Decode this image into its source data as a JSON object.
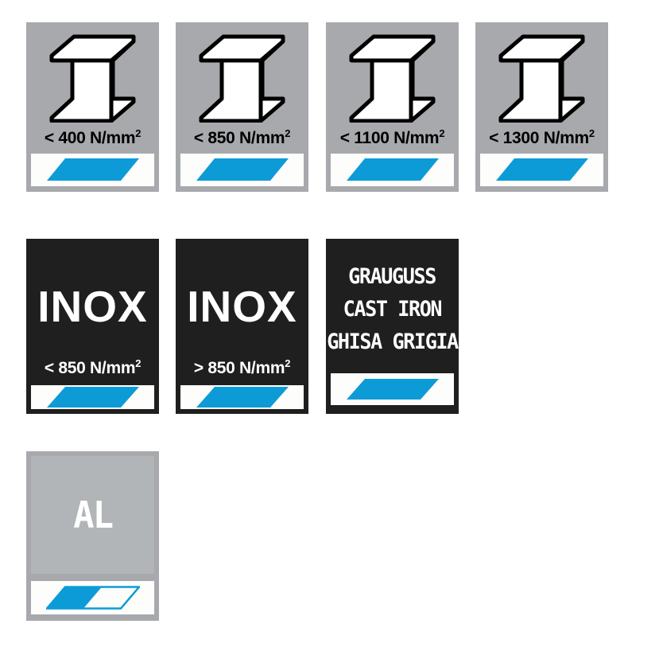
{
  "palette": {
    "gray_tile": "#a7a9ac",
    "gray_inner": "#b2b5b7",
    "dark_tile": "#1f1f1f",
    "accent_blue": "#0d9bd7",
    "strip_white": "#fdfdfb",
    "text_black": "#000000",
    "text_white": "#ffffff"
  },
  "rows": {
    "steel": {
      "icon": "i-beam-icon",
      "tiles": [
        {
          "limit": "< 400",
          "unit": "N/mm",
          "exponent": "2",
          "fill": "full"
        },
        {
          "limit": "< 850",
          "unit": "N/mm",
          "exponent": "2",
          "fill": "full"
        },
        {
          "limit": "< 1100",
          "unit": "N/mm",
          "exponent": "2",
          "fill": "full"
        },
        {
          "limit": "< 1300",
          "unit": "N/mm",
          "exponent": "2",
          "fill": "full"
        }
      ]
    },
    "stainless": {
      "tiles": [
        {
          "word": "INOX",
          "limit": "< 850",
          "unit": "N/mm",
          "exponent": "2",
          "fill": "full"
        },
        {
          "word": "INOX",
          "limit": "> 850",
          "unit": "N/mm",
          "exponent": "2",
          "fill": "full"
        }
      ]
    },
    "cast_iron": {
      "tile": {
        "lines": [
          "GRAUGUSS",
          "CAST IRON",
          "GHISA GRIGIA"
        ],
        "fill": "full"
      }
    },
    "aluminium": {
      "tile": {
        "word": "AL",
        "fill": "half"
      }
    }
  }
}
